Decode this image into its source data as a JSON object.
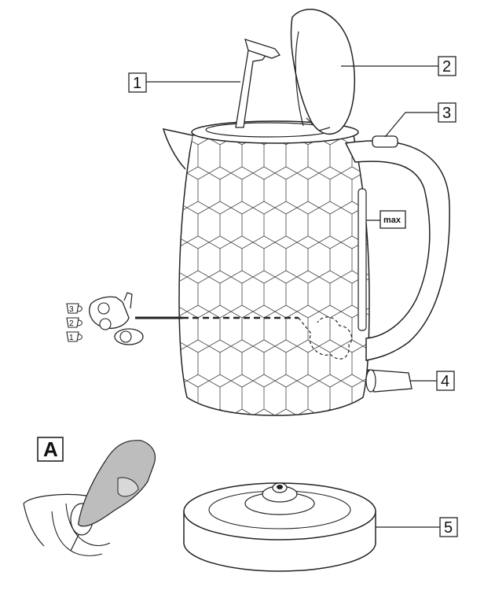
{
  "callouts": [
    {
      "id": "1",
      "label": "1"
    },
    {
      "id": "2",
      "label": "2"
    },
    {
      "id": "3",
      "label": "3"
    },
    {
      "id": "4",
      "label": "4"
    },
    {
      "id": "5",
      "label": "5"
    }
  ],
  "max_marker": "max",
  "panel_label": "A",
  "cup_levels": [
    "3",
    "2",
    "1"
  ],
  "colors": {
    "line": "#222222",
    "finger": "#b8b8b8",
    "background": "#ffffff"
  }
}
